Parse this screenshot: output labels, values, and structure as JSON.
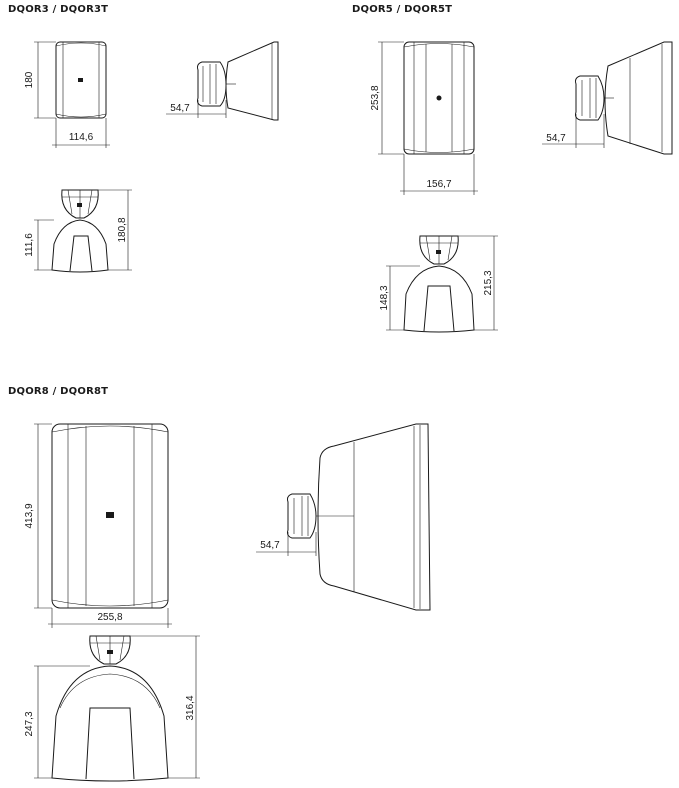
{
  "models": [
    {
      "title": "DQOR3 / DQOR3T",
      "dims": {
        "height": "180",
        "width": "114,6",
        "depth": "54,7",
        "total_height": "180,8",
        "body_height": "111,6"
      }
    },
    {
      "title": "DQOR5 / DQOR5T",
      "dims": {
        "height": "253,8",
        "width": "156,7",
        "depth": "54,7",
        "total_height": "215,3",
        "body_height": "148,3"
      }
    },
    {
      "title": "DQOR8 / DQOR8T",
      "dims": {
        "height": "413,9",
        "width": "255,8",
        "depth": "54,7",
        "total_height": "316,4",
        "body_height": "247,3"
      }
    }
  ]
}
